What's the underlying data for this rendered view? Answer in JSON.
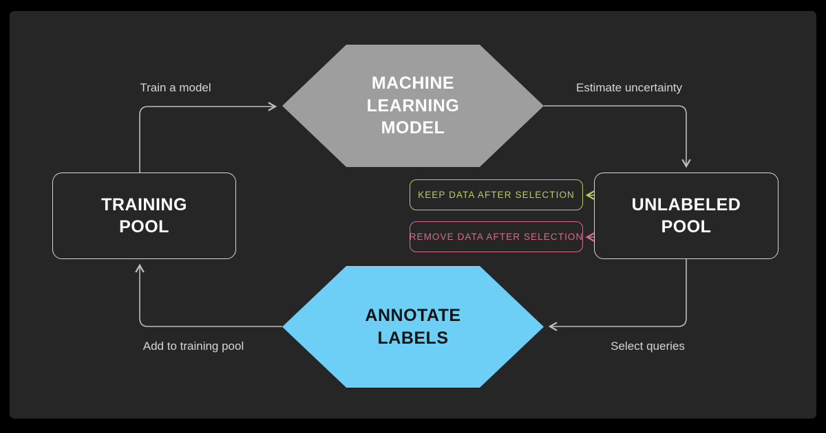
{
  "canvas": {
    "bg_outer": "#000000",
    "bg_panel": "#262626",
    "arrow_color": "#bdbdbd",
    "node_border_color": "#d6d6d6"
  },
  "nodes": {
    "ml_model": {
      "label": "MACHINE LEARNING MODEL",
      "shape": "hexagon",
      "fill": "#9e9e9e",
      "text_color": "#ffffff"
    },
    "training_pool": {
      "label": "TRAINING POOL",
      "shape": "rounded-rect",
      "border": "#d6d6d6",
      "text_color": "#ffffff"
    },
    "unlabeled_pool": {
      "label": "UNLABELED POOL",
      "shape": "rounded-rect",
      "border": "#d6d6d6",
      "text_color": "#ffffff"
    },
    "keep_data": {
      "label": "KEEP DATA AFTER SELECTION",
      "shape": "rounded-rect",
      "color": "#b6ce5f"
    },
    "remove_data": {
      "label": "REMOVE DATA AFTER SELECTION",
      "shape": "rounded-rect",
      "color": "#d0718b"
    },
    "annotate_labels": {
      "label": "ANNOTATE LABELS",
      "shape": "hexagon",
      "fill": "#6dcff6",
      "text_color": "#141414"
    }
  },
  "edges": {
    "train_model": {
      "label": "Train a model",
      "from": "training_pool",
      "to": "ml_model"
    },
    "estimate_uncertainty": {
      "label": "Estimate uncertainty",
      "from": "ml_model",
      "to": "unlabeled_pool"
    },
    "select_queries": {
      "label": "Select queries",
      "from": "unlabeled_pool",
      "to": "annotate_labels"
    },
    "add_to_training_pool": {
      "label": "Add to training pool",
      "from": "annotate_labels",
      "to": "training_pool"
    },
    "keep_option": {
      "label": "",
      "from": "unlabeled_pool",
      "to": "keep_data",
      "color": "#b6ce5f"
    },
    "remove_option": {
      "label": "",
      "from": "unlabeled_pool",
      "to": "remove_data",
      "color": "#d0718b"
    }
  }
}
